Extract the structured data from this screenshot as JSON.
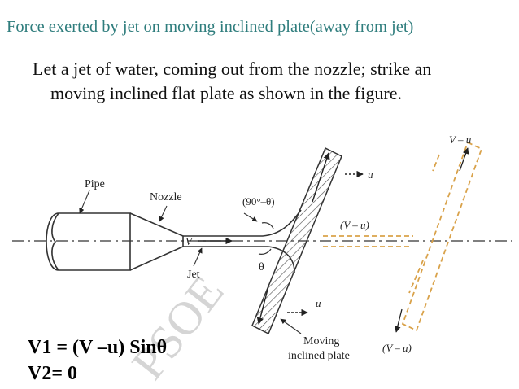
{
  "slide": {
    "title": "Force exerted by jet on moving inclined plate(away from  jet)",
    "intro": {
      "line1": "Let a jet of water, coming out from the nozzle; strike an",
      "line2": "moving  inclined flat plate as shown in the  figure."
    },
    "equations": {
      "eq1": "V1 = (V –u) Sinθ",
      "eq2": "V2=  0"
    },
    "colors": {
      "title": "#2f7d7d",
      "dashed_plate": "#d9a24a",
      "watermark": "#c8c8c8",
      "drawing": "#333333"
    }
  },
  "figure": {
    "labels": {
      "pipe": "Pipe",
      "nozzle": "Nozzle",
      "jet": "Jet",
      "angle_complement": "(90°–θ)",
      "theta": "θ",
      "jet_velocity": "V",
      "relative_velocity_mid": "(V – u)",
      "relative_velocity_top": "V – u",
      "relative_velocity_bottom": "(V – u)",
      "plate_velocity_top": "u",
      "plate_velocity_bottom": "u",
      "moving_plate_line1": "Moving",
      "moving_plate_line2": "inclined plate",
      "watermark": "PSOE"
    }
  }
}
